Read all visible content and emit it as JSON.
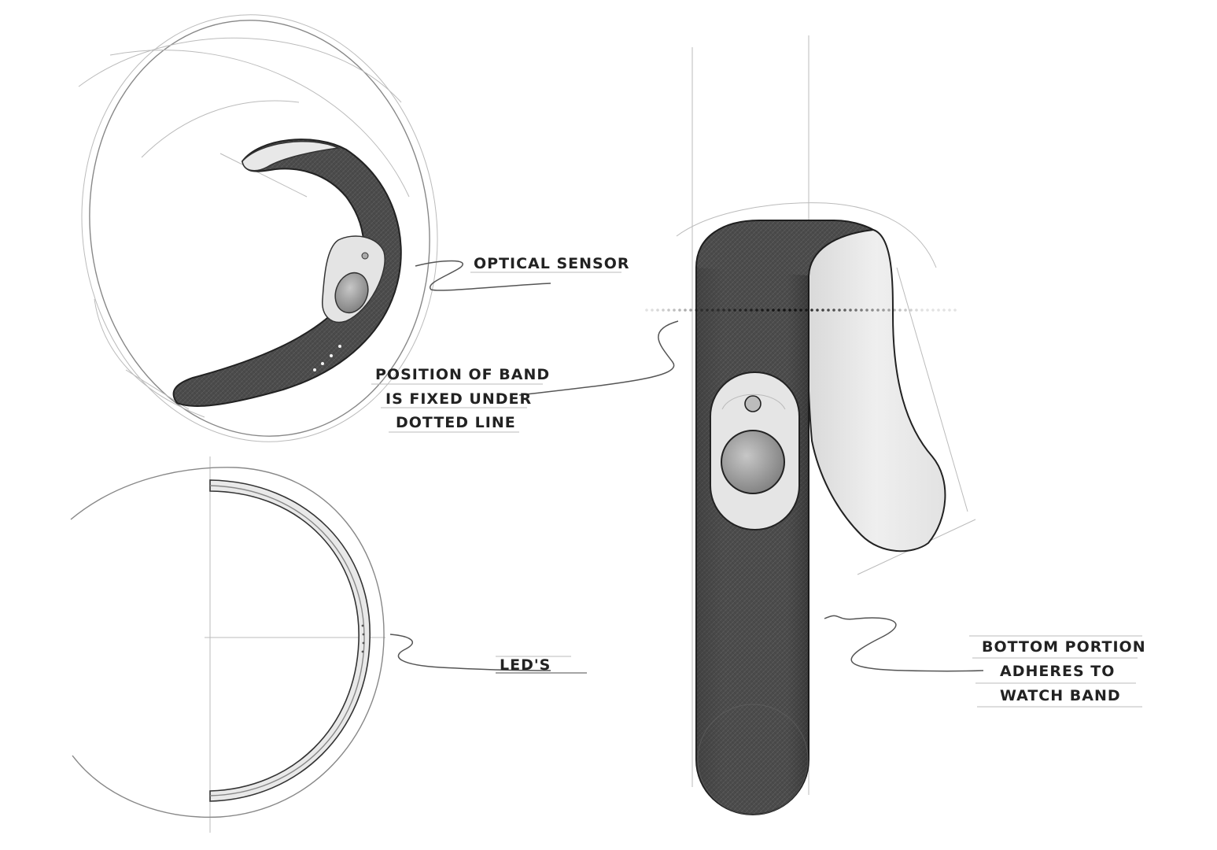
{
  "labels": {
    "optical_sensor": "OPTICAL SENSOR",
    "band_line1": "POSITION OF BAND",
    "band_line2": "IS FIXED UNDER",
    "band_line3": "DOTTED LINE",
    "leds": "LED'S",
    "bottom_line1": "BOTTOM PORTION",
    "bottom_line2": "ADHERES TO",
    "bottom_line3": "WATCH BAND"
  },
  "colors": {
    "band_dark": "#4a4a4a",
    "band_light": "#ececec",
    "sensor_plate": "#e6e6e6",
    "lens": "#9a9a9a",
    "ink": "#222222"
  }
}
